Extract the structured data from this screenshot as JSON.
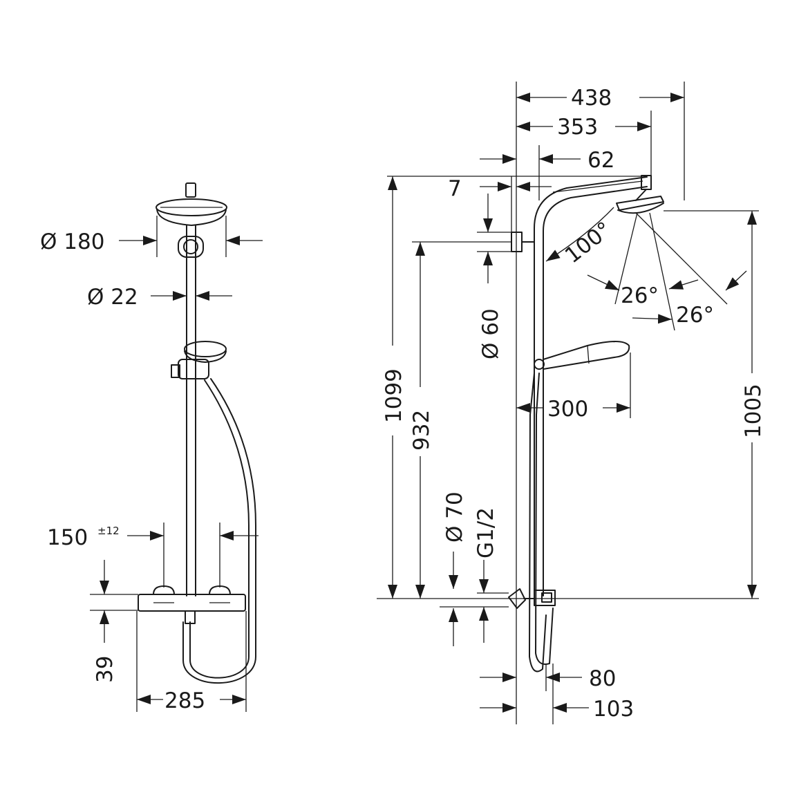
{
  "front_view": {
    "diameter_head": "Ø 180",
    "diameter_rail": "Ø 22",
    "centers": "150",
    "centers_tolerance": "±12",
    "height_offset": "39",
    "width": "285"
  },
  "side_view": {
    "width_total": "438",
    "width_arm": "353",
    "offset_62": "62",
    "wall_7": "7",
    "angle_head": "100°",
    "spray_angle_1": "26°",
    "spray_angle_2": "26°",
    "diameter_60": "Ø 60",
    "hand_shower_reach": "300",
    "height_1099": "1099",
    "height_932": "932",
    "height_1005": "1005",
    "diameter_70": "Ø 70",
    "connection": "G1/2",
    "depth_80": "80",
    "depth_103": "103"
  }
}
